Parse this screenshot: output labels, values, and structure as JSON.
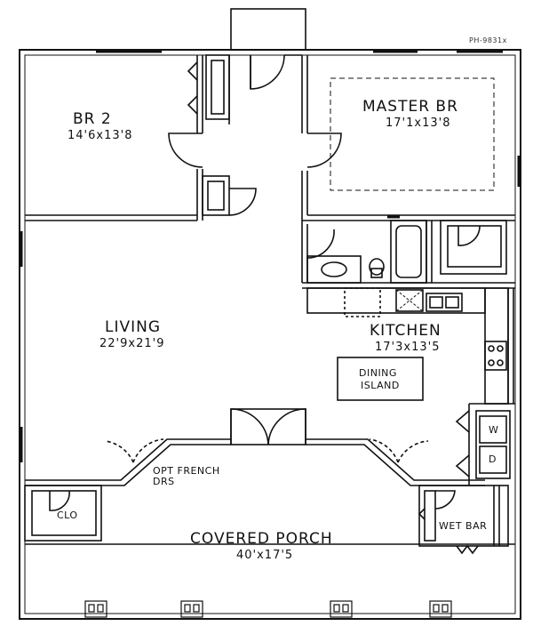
{
  "plan_id": "PH-9831x",
  "rooms": {
    "br2": {
      "name": "BR 2",
      "dim": "14'6x13'8"
    },
    "master": {
      "name": "MASTER BR",
      "dim": "17'1x13'8"
    },
    "living": {
      "name": "LIVING",
      "dim": "22'9x21'9"
    },
    "kitchen": {
      "name": "KITCHEN",
      "dim": "17'3x13'5"
    },
    "porch": {
      "name": "COVERED PORCH",
      "dim": "40'x17'5"
    }
  },
  "labels": {
    "island_1": "DINING",
    "island_2": "ISLAND",
    "french_1": "OPT FRENCH",
    "french_2": "DRS",
    "closet": "CLO",
    "wet_bar": "WET BAR",
    "washer": "W",
    "dryer": "D"
  }
}
